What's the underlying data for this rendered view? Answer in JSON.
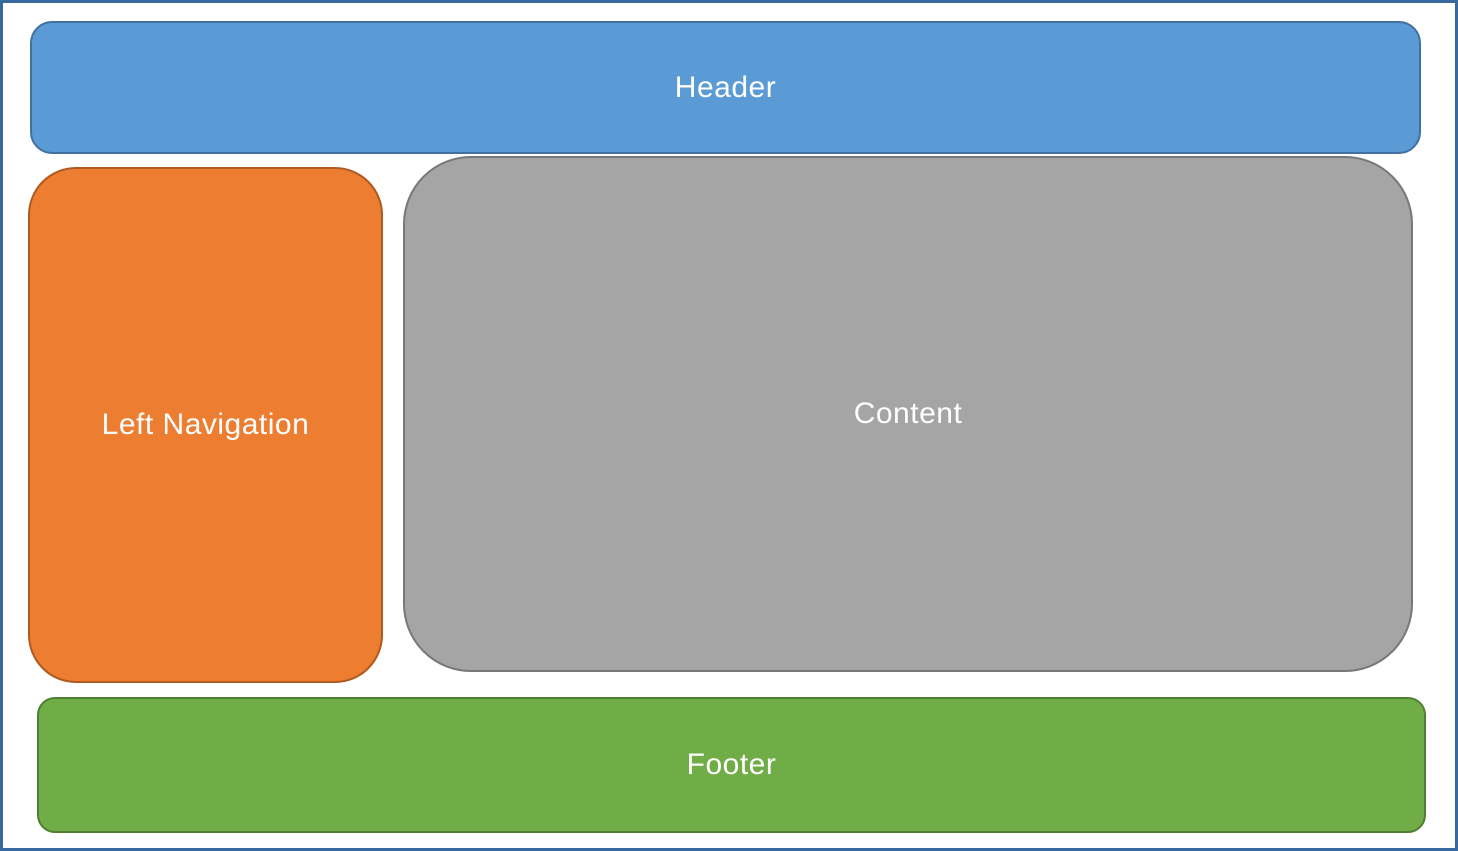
{
  "diagram": {
    "kind": "layout-wireframe",
    "page": {
      "fill": "#FFFFFF",
      "border": "#38699E"
    },
    "text_color": "#FFFFFF",
    "regions": {
      "header": {
        "label": "Header",
        "fill": "#5B9BD5",
        "border": "#41719C"
      },
      "left_nav": {
        "label": "Left Navigation",
        "fill": "#ED7D31",
        "border": "#AE5A21"
      },
      "content": {
        "label": "Content",
        "fill": "#A5A5A5",
        "border": "#787878"
      },
      "footer": {
        "label": "Footer",
        "fill": "#70AD47",
        "border": "#507E32"
      }
    }
  }
}
